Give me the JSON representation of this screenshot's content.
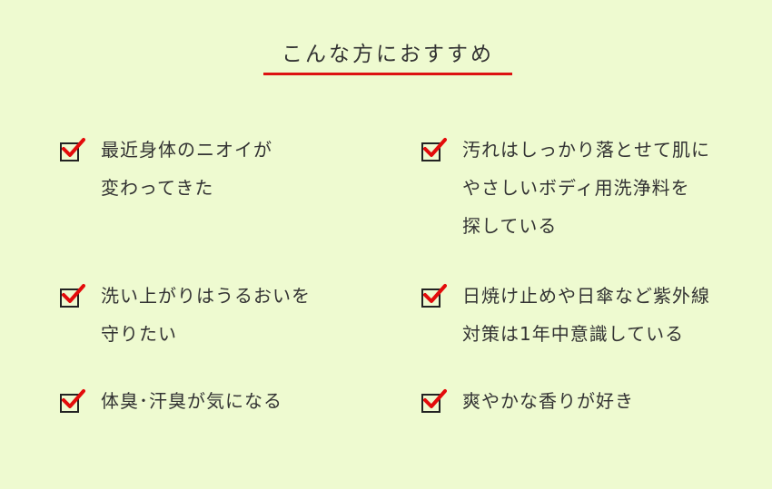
{
  "header": {
    "title": "こんな方におすすめ"
  },
  "accent_color": "#dd1111",
  "background_color": "#eefad0",
  "items": [
    {
      "icon": "checkbox-checked-icon",
      "text": "最近身体のニオイが\n変わってきた"
    },
    {
      "icon": "checkbox-checked-icon",
      "text": "汚れはしっかり落とせて肌に\nやさしいボディ用洗浄料を\n探している"
    },
    {
      "icon": "checkbox-checked-icon",
      "text": "洗い上がりはうるおいを\n守りたい"
    },
    {
      "icon": "checkbox-checked-icon",
      "text": "日焼け止めや日傘など紫外線\n対策は1年中意識している"
    },
    {
      "icon": "checkbox-checked-icon",
      "text": "体臭･汗臭が気になる"
    },
    {
      "icon": "checkbox-checked-icon",
      "text": "爽やかな香りが好き"
    }
  ]
}
